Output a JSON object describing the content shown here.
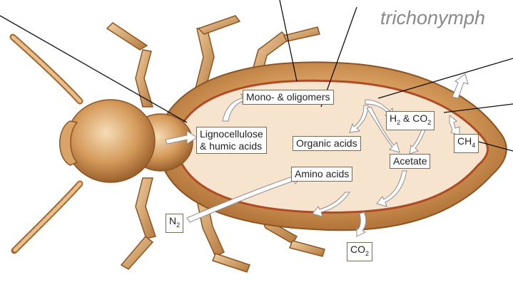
{
  "caption": "trichonymph",
  "labels": {
    "mono_oligomers": "Mono- & oligomers",
    "h2_co2_prefix": "H",
    "h2_co2_sub": "2",
    "h2_co2_suffix": " & CO",
    "h2_co2_sub2": "2",
    "ch4_prefix": "CH",
    "ch4_sub": "4",
    "lignocellulose_line1": "Lignocellulose",
    "lignocellulose_line2": "& humic acids",
    "organic_acids": "Organic acids",
    "acetate": "Acetate",
    "amino_acids": "Amino acids",
    "n2_prefix": "N",
    "n2_sub": "2",
    "co2_prefix": "CO",
    "co2_sub": "2"
  },
  "colors": {
    "body_fill": "#c98a4a",
    "gut_fill": "#f6e4cf",
    "gut_outline": "#b24a24",
    "pointer_line": "#111111",
    "arrow_fill": "#ffffff"
  }
}
